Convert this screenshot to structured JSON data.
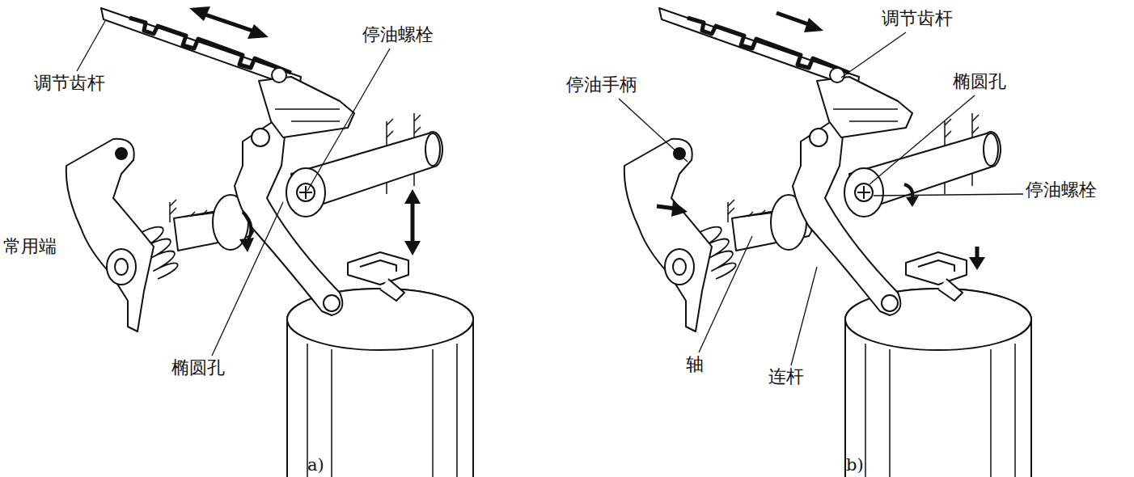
{
  "diagram": {
    "labels": [
      "调节齿杆",
      "停油螺栓",
      "常用端",
      "椭圆孔",
      "a)",
      "调节齿杆",
      "停油手柄",
      "椭圆孔",
      "停油螺栓",
      "轴",
      "连杆",
      "b)"
    ]
  }
}
